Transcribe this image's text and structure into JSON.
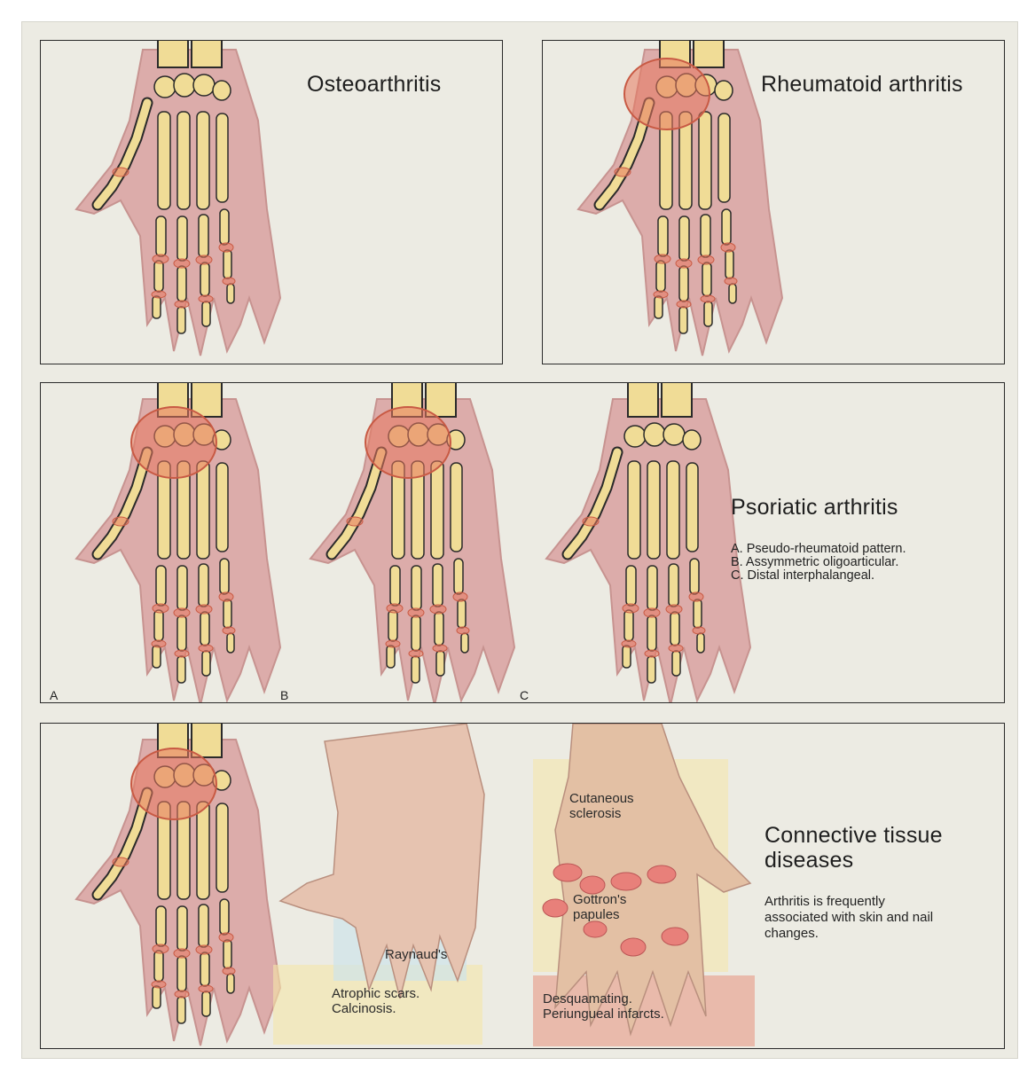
{
  "panels": {
    "osteoarthritis": {
      "title": "Osteoarthritis"
    },
    "rheumatoid": {
      "title": "Rheumatoid arthritis"
    },
    "psoriatic": {
      "title": "Psoriatic arthritis",
      "patterns": [
        "A.  Pseudo-rheumatoid pattern.",
        "B.  Assymmetric oligoarticular.",
        "C.  Distal interphalangeal."
      ],
      "labels": {
        "a": "A",
        "b": "B",
        "c": "C"
      }
    },
    "connective": {
      "title_line1": "Connective tissue",
      "title_line2": "diseases",
      "note_line1": "Arthritis is frequently",
      "note_line2": "associated with skin and nail",
      "note_line3": "changes.",
      "raynauds": "Raynaud's",
      "atrophic_line1": "Atrophic scars.",
      "atrophic_line2": "Calcinosis.",
      "cutaneous_line1": "Cutaneous",
      "cutaneous_line2": "sclerosis",
      "gottron_line1": "Gottron's",
      "gottron_line2": "papules",
      "desq_line1": "Desquamating.",
      "desq_line2": "Periungueal infarcts."
    }
  },
  "colors": {
    "background": "#ecebe3",
    "border": "#2a2a2a",
    "bone": "#f0dc96",
    "skin": "#d9a7a4",
    "inflamed": "#e8785e"
  },
  "icons": [
    "skeletal-hand-illustration",
    "hand-photo-illustration"
  ]
}
